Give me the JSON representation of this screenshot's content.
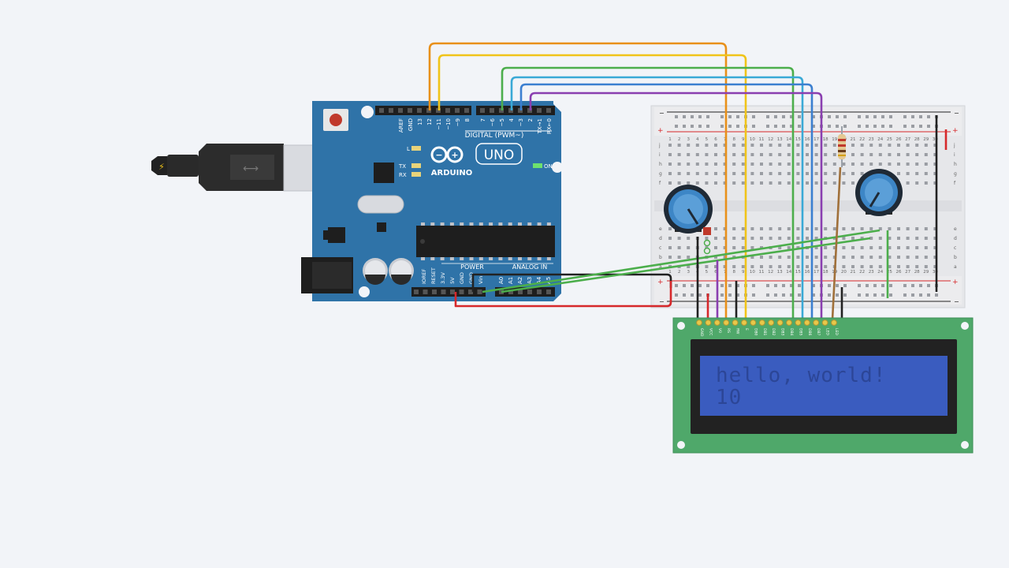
{
  "arduino": {
    "brand": "ARDUINO",
    "model": "UNO",
    "digital_label": "DIGITAL (PWM~)",
    "power_label": "POWER",
    "analog_label": "ANALOG IN",
    "on_label": "ON",
    "led_l": "L",
    "led_tx": "TX",
    "led_rx": "RX",
    "digital_pins": [
      "AREF",
      "GND",
      "13",
      "12",
      "~11",
      "~10",
      "~9",
      "8",
      "7",
      "~6",
      "~5",
      "4",
      "~3",
      "2",
      "TX→1",
      "RX←0"
    ],
    "power_pins": [
      "IOREF",
      "RESET",
      "3.3V",
      "5V",
      "GND",
      "GND",
      "Vin"
    ],
    "analog_pins": [
      "A0",
      "A1",
      "A2",
      "A3",
      "A4",
      "A5"
    ]
  },
  "breadboard": {
    "row_letters_top": [
      "j",
      "i",
      "h",
      "g",
      "f"
    ],
    "row_letters_bottom": [
      "e",
      "d",
      "c",
      "b",
      "a"
    ],
    "column_numbers": [
      "1",
      "2",
      "3",
      "4",
      "5",
      "6",
      "7",
      "8",
      "9",
      "10",
      "11",
      "12",
      "13",
      "14",
      "15",
      "16",
      "17",
      "18",
      "19",
      "20",
      "21",
      "22",
      "23",
      "24",
      "25",
      "26",
      "27",
      "28",
      "29",
      "30"
    ],
    "plus": "+",
    "minus": "−"
  },
  "lcd": {
    "pin_labels": [
      "GND",
      "VCC",
      "V0",
      "RS",
      "RW",
      "E",
      "DB0",
      "DB1",
      "DB2",
      "DB3",
      "DB4",
      "DB5",
      "DB6",
      "DB7",
      "LED",
      "LED"
    ],
    "line1": "hello, world!",
    "line2": "10"
  },
  "colors": {
    "board": "#2f73a8",
    "board_dark": "#205a87",
    "lcd_pcb": "#4fa86a",
    "lcd_screen": "#3a5cbf",
    "wire_orange": "#e8901a",
    "wire_yellow": "#f0c419",
    "wire_green": "#4cae4c",
    "wire_cyan": "#3aa9d6",
    "wire_blue": "#3b7fd0",
    "wire_purple": "#8a3fb0",
    "wire_red": "#d6282b",
    "wire_black": "#222222",
    "wire_brown": "#a0703a"
  }
}
